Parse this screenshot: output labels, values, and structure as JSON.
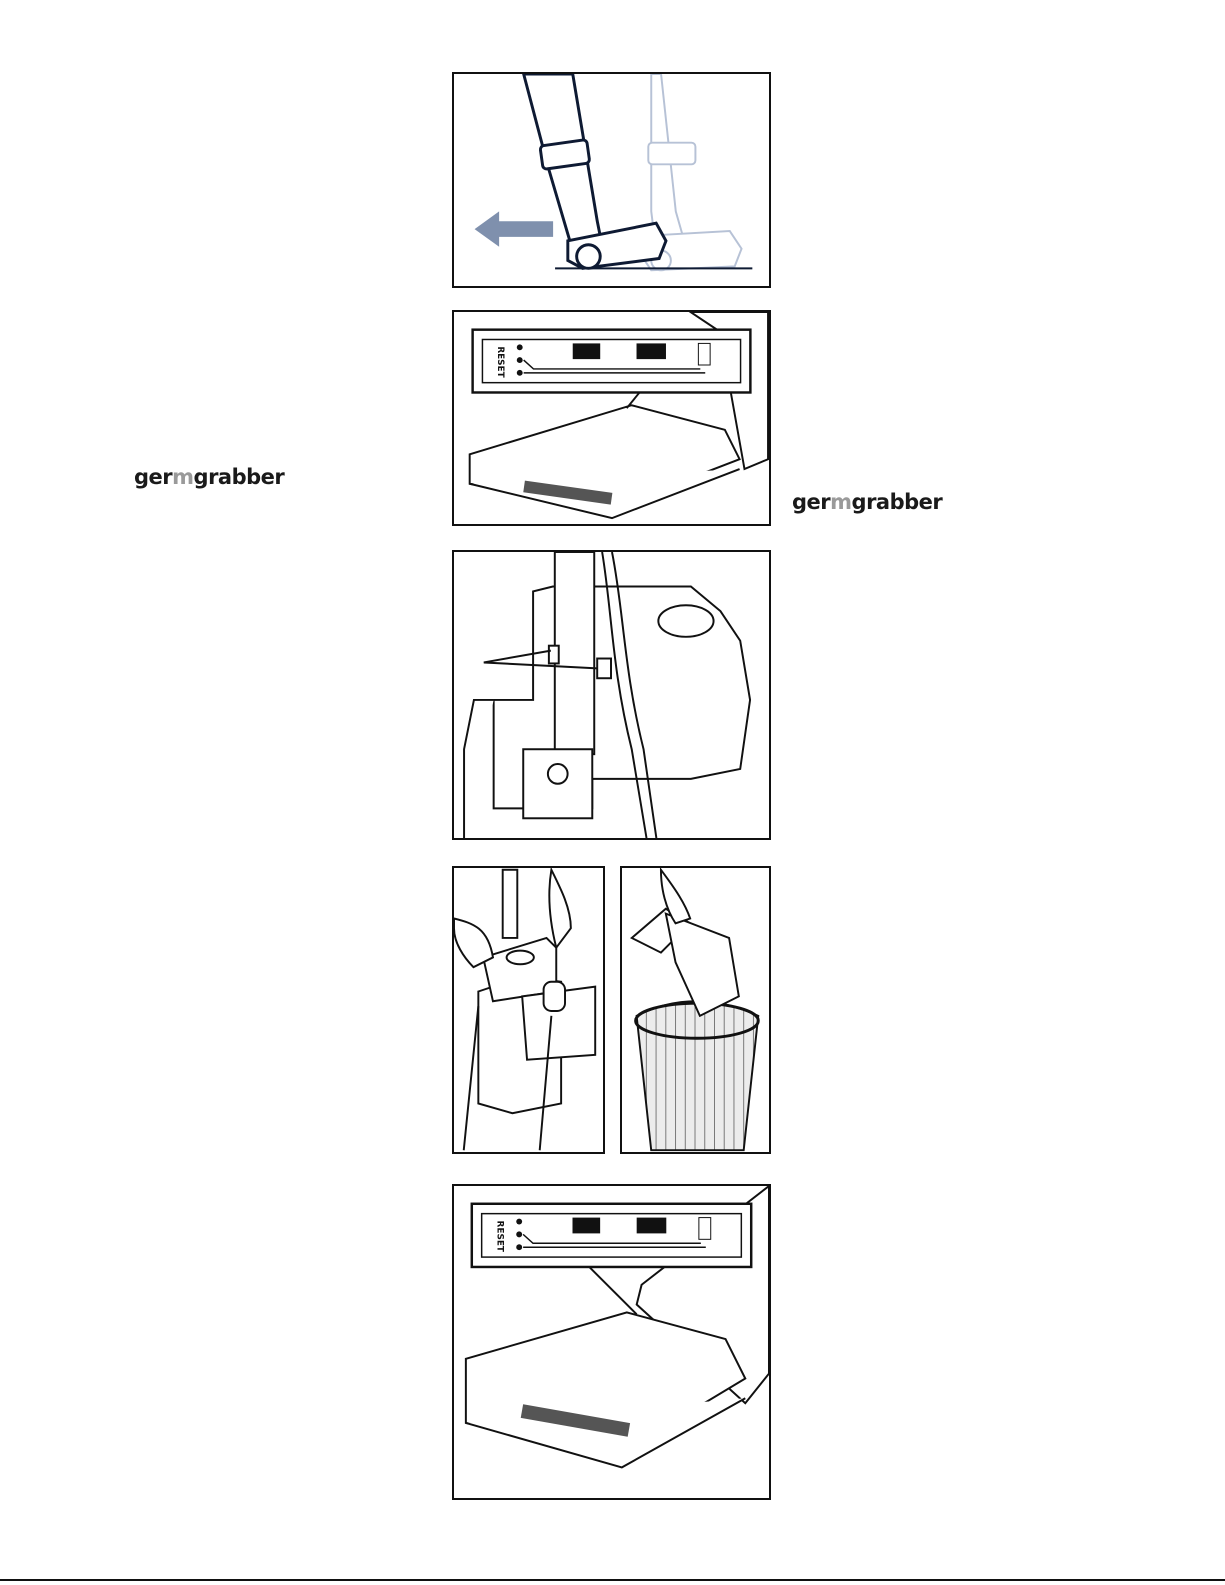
{
  "logos": [
    {
      "part1": "ger",
      "part2": "m",
      "part3": "grabber"
    },
    {
      "part1": "ger",
      "part2": "m",
      "part3": "grabber"
    }
  ],
  "indicator_panel": {
    "reset_label": "RESET"
  },
  "colors": {
    "arrow": "#7f90ad",
    "outline_dark": "#0e1a33",
    "ghost": "#b7c2d6",
    "line": "#111111"
  }
}
